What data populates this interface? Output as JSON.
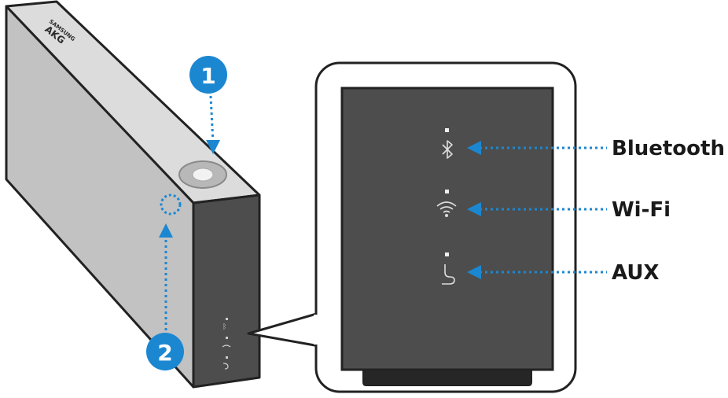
{
  "callouts": {
    "one": "1",
    "two": "2"
  },
  "labels": {
    "bluetooth": "Bluetooth",
    "wifi": "Wi-Fi",
    "aux": "AUX"
  },
  "device": {
    "brand_small": "SAMSUNG",
    "brand": "AKG"
  },
  "colors": {
    "accent": "#1c87d1",
    "panel": "#4a4a4a",
    "body": "#cfcfcf"
  },
  "icons": [
    "bluetooth-icon",
    "wifi-icon",
    "aux-icon"
  ]
}
